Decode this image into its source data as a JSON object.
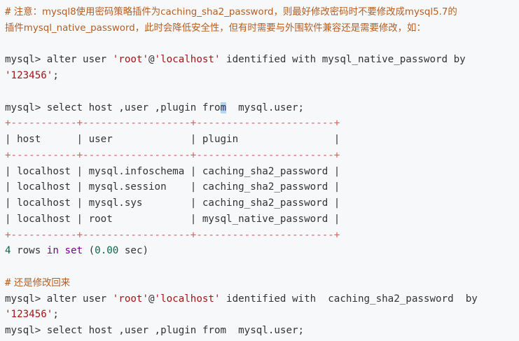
{
  "comment1": {
    "hash": "#",
    "line1": "注意：mysql8使用密码策略插件为caching_sha2_password，则最好修改密码时不要修改成mysql5.7的",
    "line2": "插件mysql_native_password，此时会降低安全性，但有时需要与外围软件兼容还是需要修改，如："
  },
  "alter1": {
    "prompt": "mysql> alter user ",
    "user_str": "'root'",
    "at": "@",
    "host_str": "'localhost'",
    "rest": " identified with mysql_native_password by",
    "password": "'123456'",
    "end": ";"
  },
  "select1": {
    "before": "mysql> select host ,user ,plugin fro",
    "cursor_char": "m",
    "after": "  mysql.user;"
  },
  "table": {
    "border": "+-----------+------------------+-----------------------+",
    "header": "| host      | user             | plugin                |",
    "rows": [
      "| localhost | mysql.infoschema | caching_sha2_password |",
      "| localhost | mysql.session    | caching_sha2_password |",
      "| localhost | mysql.sys        | caching_sha2_password |",
      "| localhost | root             | mysql_native_password |"
    ]
  },
  "result": {
    "count": "4",
    "rows_word": " rows ",
    "in_kw": "in",
    "space": " ",
    "set_kw": "set",
    "paren_open": " (",
    "time": "0.00",
    "paren_close": " sec)"
  },
  "comment2": {
    "hash": "#",
    "text": "还是修改回来"
  },
  "alter2": {
    "prompt": "mysql> alter user ",
    "user_str": "'root'",
    "at": "@",
    "host_str": "'localhost'",
    "rest": " identified with  caching_sha2_password  by",
    "password": "'123456'",
    "end": ";"
  },
  "select2": {
    "text": "mysql> select host ,user ,plugin from  mysql.user;"
  }
}
